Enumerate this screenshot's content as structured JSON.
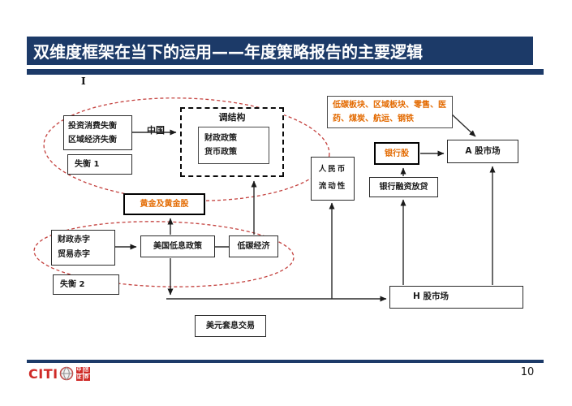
{
  "slide": {
    "title": "双维度框架在当下的运用——年度策略报告的主要逻辑",
    "page_number": "10",
    "stray_mark": "I"
  },
  "diagram": {
    "imbalance_domestic": [
      "投资消费失衡",
      "区域经济失衡"
    ],
    "imbalance_1": "失衡 1",
    "china_label": "中国",
    "restructure_title": "调结构",
    "policy_lines": [
      "财政政策",
      "货币政策"
    ],
    "sector_list": "低碳板块、区域板块、零售、医药、煤炭、航运、钢铁",
    "bank_stocks": "银行股",
    "a_share_market": "A 股市场",
    "rmb_liquidity": [
      "人民币",
      "流动性"
    ],
    "bank_lending": "银行融资放贷",
    "gold": "黄金及黄金股",
    "deficits": [
      "财政赤字",
      "贸易赤字"
    ],
    "imbalance_2": "失衡 2",
    "us_low_rate": "美国低息政策",
    "low_carbon": "低碳经济",
    "h_share_market": "H 股市场",
    "usd_carry": "美元套息交易"
  },
  "footer_logo": {
    "latin": "CITI",
    "seal": [
      "中",
      "信",
      "证",
      "券"
    ]
  },
  "colors": {
    "navy": "#1C3A68",
    "orange": "#E36A00",
    "dashed_red": "#C4423F",
    "line": "#2b2b2b"
  }
}
